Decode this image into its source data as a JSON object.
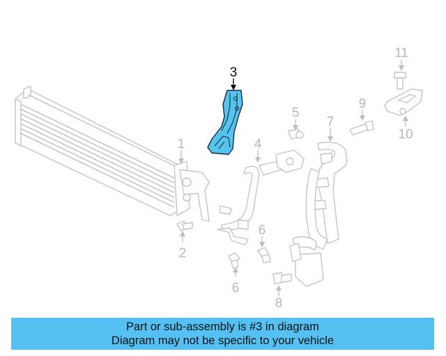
{
  "callouts": {
    "c1": "1",
    "c2": "2",
    "c3": "3",
    "c4": "4",
    "c5": "5",
    "c6a": "6",
    "c6b": "6",
    "c7": "7",
    "c8": "8",
    "c9": "9",
    "c10": "10",
    "c11": "11"
  },
  "banner": {
    "line1": "Part or sub-assembly is #3 in diagram",
    "line2": "Diagram may not be specific to your vehicle"
  },
  "colors": {
    "highlight": "#55c4ee",
    "banner": "#55c0f2",
    "part_outline": "#c4c4c4"
  }
}
